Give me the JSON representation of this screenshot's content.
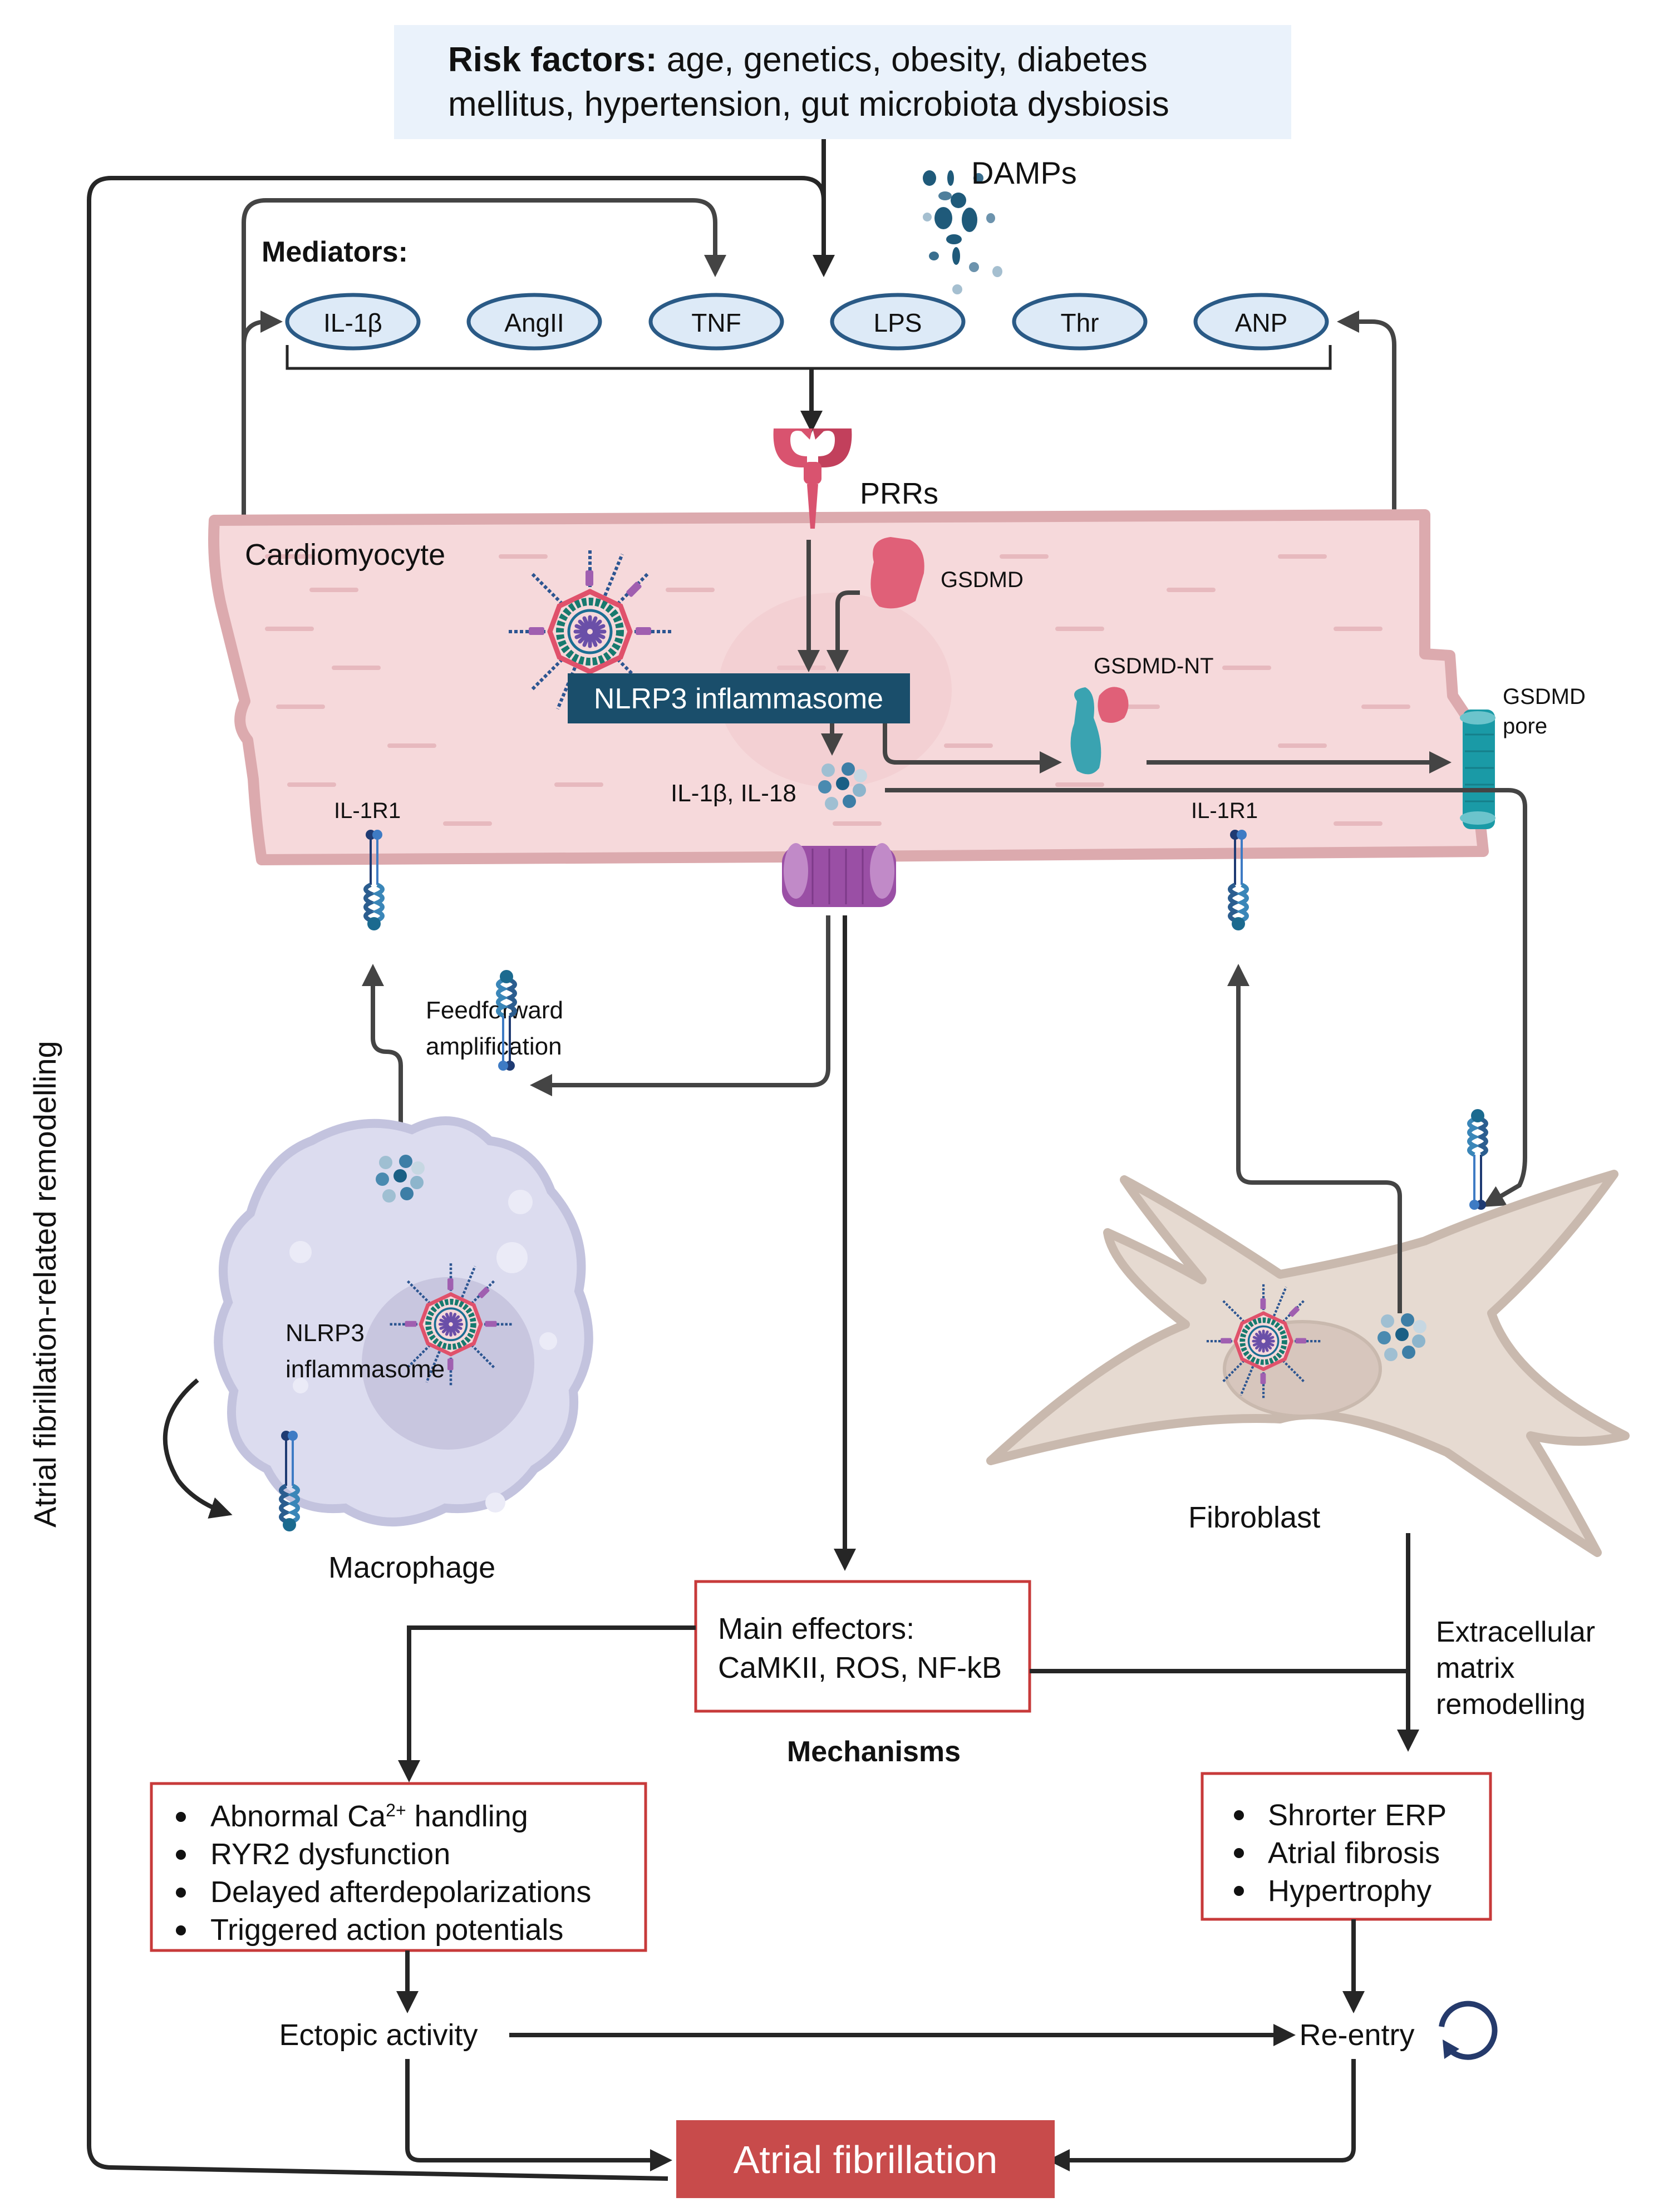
{
  "risk_factors": {
    "label": "Risk factors:",
    "line1": " age, genetics, obesity, diabetes",
    "line2": "mellitus, hypertension, gut microbiota dysbiosis"
  },
  "damps": {
    "label": "DAMPs"
  },
  "mediators": {
    "title": "Mediators:",
    "items": [
      "IL-1β",
      "AngII",
      "TNF",
      "LPS",
      "Thr",
      "ANP"
    ]
  },
  "receptors": {
    "prrs": "PRRs",
    "il1r1": "IL-1R1"
  },
  "cardiomyocyte": {
    "label": "Cardiomyocyte",
    "nlrp3_label": "NLRP3 inflammasome",
    "gsdmd": "GSDMD",
    "gsdmd_nt": "GSDMD-NT",
    "gsdmd_pore_line1": "GSDMD",
    "gsdmd_pore_line2": "pore",
    "cytokines": "IL-1β, IL-18"
  },
  "macrophage": {
    "label": "Macrophage",
    "feedforward_line1": "Feedforward",
    "feedforward_line2": "amplification",
    "nlrp3_line1": "NLRP3",
    "nlrp3_line2": "inflammasome"
  },
  "fibroblast": {
    "label": "Fibroblast",
    "ecm_line1": "Extracellular",
    "ecm_line2": "matrix",
    "ecm_line3": "remodelling"
  },
  "effectors": {
    "line1": "Main effectors:",
    "line2": "CaMKII, ROS, NF-kB",
    "mechanisms": "Mechanisms"
  },
  "left_outcomes": {
    "items": [
      "Abnormal Ca",
      "RYR2 dysfunction",
      "Delayed afterdepolarizations",
      "Triggered action potentials"
    ],
    "ca_superscript": "2+",
    "ca_suffix": " handling"
  },
  "right_outcomes": {
    "items": [
      "Shrorter ERP",
      "Atrial fibrosis",
      "Hypertrophy"
    ]
  },
  "ectopic": "Ectopic activity",
  "reentry": "Re-entry",
  "af": "Atrial fibrillation",
  "side_label": "Atrial fibrillation-related remodelling",
  "colors": {
    "af_red": "#c84b4b",
    "box_red": "#c73a3a",
    "nlrp3_navy": "#1a4e6b",
    "cardio_pink": "#f6d9db",
    "cardio_border": "#dcaaae",
    "macro_lavender": "#dcdcef",
    "fibro_beige": "#e6dad1",
    "risk_bg": "#eaf2fb"
  }
}
